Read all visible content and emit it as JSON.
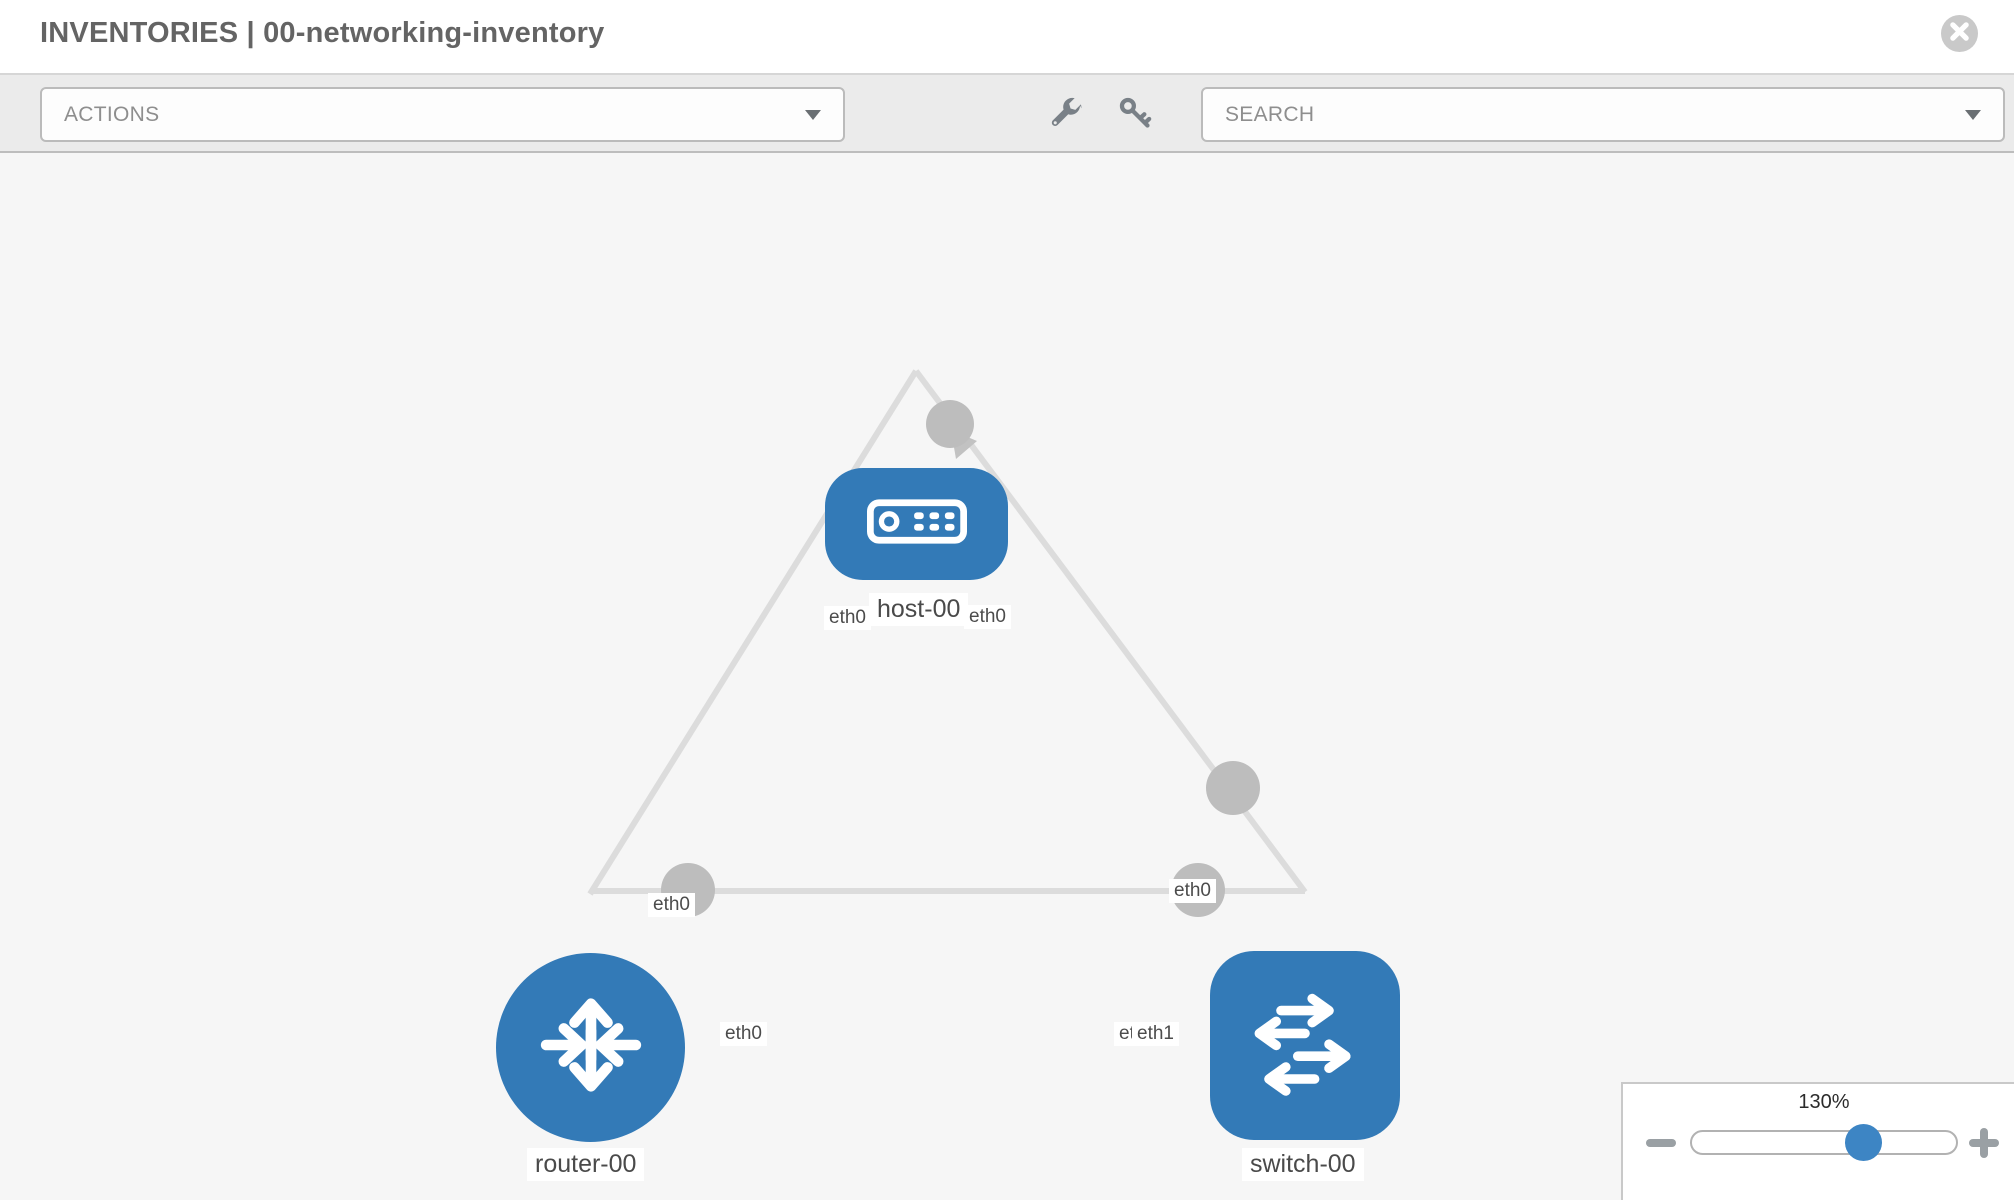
{
  "header": {
    "title": "INVENTORIES | 00-networking-inventory",
    "close_icon": "circle-x"
  },
  "toolbar": {
    "actions_dropdown": {
      "label": "ACTIONS"
    },
    "tool_icons": [
      "wrench-icon",
      "key-icon"
    ],
    "search_dropdown": {
      "placeholder": "SEARCH"
    }
  },
  "topology": {
    "nodes": [
      {
        "label": "host-00",
        "type": "host",
        "icon": "server-icon"
      },
      {
        "label": "router-00",
        "type": "router",
        "icon": "router-arrows-icon"
      },
      {
        "label": "switch-00",
        "type": "switch",
        "icon": "switch-arrows-icon"
      }
    ],
    "links": [
      {
        "from": "host-00",
        "to": "router-00"
      },
      {
        "from": "host-00",
        "to": "switch-00"
      },
      {
        "from": "router-00",
        "to": "switch-00"
      }
    ],
    "interface_labels": {
      "host_side_router_link": "eth0",
      "router_side_host_link": "eth0",
      "host_side_switch_link": "eth0",
      "switch_side_host_link": "eth0",
      "router_side_switch_link": "eth0",
      "switch_side_router_link": "eth1",
      "switch_side_overlapped": "eth0"
    }
  },
  "zoom_control": {
    "value": "130%"
  },
  "colors": {
    "node_blue": "#337ab7",
    "thumb_blue": "#3d85c4",
    "link_gray": "#dcdcdc",
    "connector_gray": "#bdbdbd",
    "canvas_bg": "#f6f6f6",
    "toolbar_bg": "#ebebeb"
  }
}
